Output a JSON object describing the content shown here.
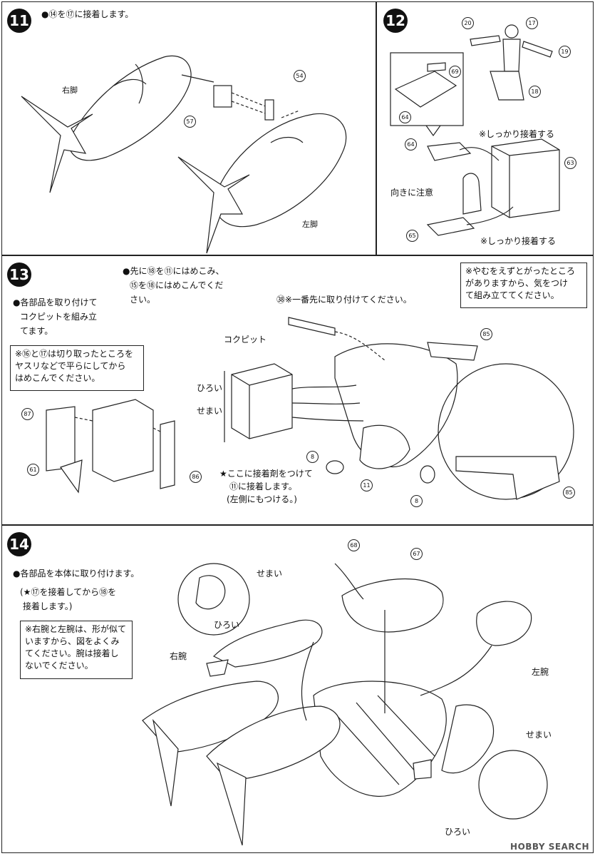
{
  "step11": {
    "num": "11",
    "text": "●⑭を⑰に接着します。",
    "right_leg": "右脚",
    "left_leg": "左脚",
    "parts": [
      "54",
      "57"
    ]
  },
  "step12": {
    "num": "12",
    "note_firm1": "※しっかり接着する",
    "note_firm2": "※しっかり接着する",
    "note_dir": "向きに注意",
    "parts": [
      "20",
      "17",
      "19",
      "18",
      "69",
      "64",
      "64",
      "63",
      "65"
    ]
  },
  "step13": {
    "num": "13",
    "text1": "●各部品を取り付けて",
    "text2": "コクピットを組み立",
    "text3": "てます。",
    "box1": "※⑯と⑰は切り取ったところを",
    "box2": "ヤスリなどで平らにしてから",
    "box3": "はめこんでください。",
    "mid1": "●先に⑱を⑪にはめこみ、",
    "mid2": "⑮を⑱にはめこんでくだ",
    "mid3": "さい。",
    "warn1": "※やむをえずとがったところ",
    "warn2": "がありますから、気をつけ",
    "warn3": "て組み立ててください。",
    "tip38": "㊳※一番先に取り付けてください。",
    "cockpit": "コクピット",
    "wide": "ひろい",
    "narrow": "せまい",
    "glue1": "★ここに接着剤をつけて",
    "glue2": "⑪に接着します。",
    "glue3": "(左側にもつける。)",
    "parts": [
      "87",
      "61",
      "86",
      "85",
      "8",
      "11",
      "8",
      "85"
    ]
  },
  "step14": {
    "num": "14",
    "text1": "●各部品を本体に取り付けます。",
    "text2": "(★⑰を接着してから⑱を",
    "text3": "接着します。)",
    "box1": "※右腕と左腕は、形が似て",
    "box2": "いますから、図をよくみ",
    "box3": "てください。腕は接着し",
    "box4": "ないでください。",
    "narrow1": "せまい",
    "wide1": "ひろい",
    "right_arm": "右腕",
    "left_arm": "左腕",
    "narrow2": "せまい",
    "wide2": "ひろい",
    "parts": [
      "68",
      "67"
    ]
  },
  "watermark": "HOBBY SEARCH"
}
